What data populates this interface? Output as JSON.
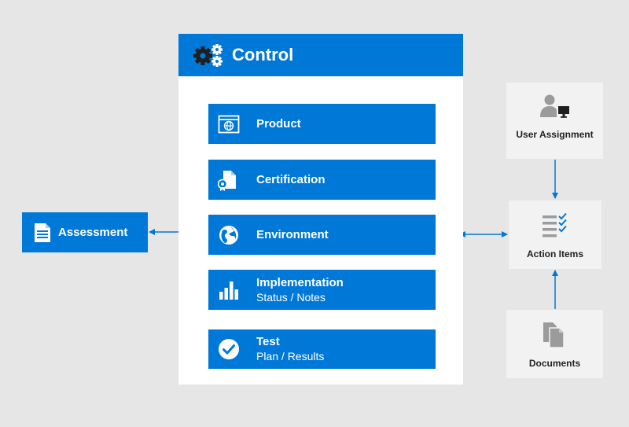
{
  "control": {
    "title": "Control",
    "items": [
      {
        "label": "Product",
        "sub": ""
      },
      {
        "label": "Certification",
        "sub": ""
      },
      {
        "label": "Environment",
        "sub": ""
      },
      {
        "label": "Implementation",
        "sub": "Status / Notes"
      },
      {
        "label": "Test",
        "sub": "Plan / Results"
      }
    ]
  },
  "assessment": {
    "label": "Assessment"
  },
  "user_assignment": {
    "label": "User Assignment"
  },
  "action_items": {
    "label": "Action Items"
  },
  "documents": {
    "label": "Documents"
  },
  "colors": {
    "accent": "#0078d7",
    "background": "#e6e6e6",
    "panel": "#ffffff",
    "side_box": "#f2f2f2",
    "icon_grey": "#9b9b9b"
  }
}
